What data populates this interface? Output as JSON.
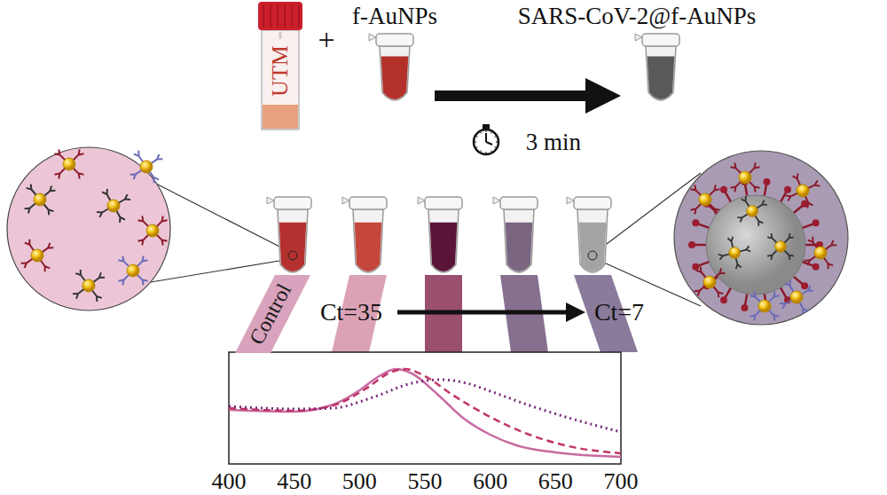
{
  "diagram": {
    "nodes": [
      {
        "text": [
          "UTM"
        ]
      },
      {
        "text": [
          "Control"
        ]
      }
    ],
    "labels": [
      "+",
      "f-AuNPs",
      "SARS-CoV-2@f-AuNPs",
      "3 min",
      "Ct=35",
      "Ct=7",
      "400",
      "450",
      "500",
      "550",
      "600",
      "650",
      "700"
    ]
  }
}
